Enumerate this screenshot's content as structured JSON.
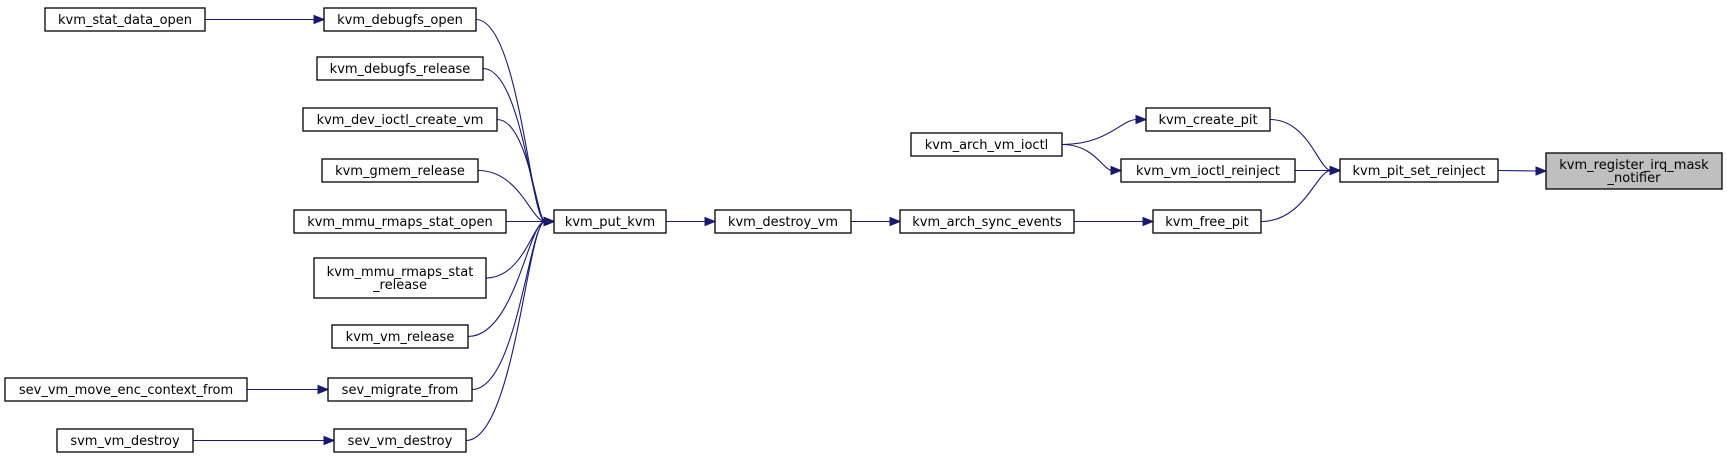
{
  "diagram": {
    "nodes": {
      "kvm_stat_data_open": "kvm_stat_data_open",
      "kvm_debugfs_open": "kvm_debugfs_open",
      "kvm_debugfs_release": "kvm_debugfs_release",
      "kvm_dev_ioctl_create_vm": "kvm_dev_ioctl_create_vm",
      "kvm_gmem_release": "kvm_gmem_release",
      "kvm_mmu_rmaps_stat_open": "kvm_mmu_rmaps_stat_open",
      "kvm_mmu_rmaps_stat_release": [
        "kvm_mmu_rmaps_stat",
        "_release"
      ],
      "kvm_vm_release": "kvm_vm_release",
      "sev_vm_move_enc_context_from": "sev_vm_move_enc_context_from",
      "sev_migrate_from": "sev_migrate_from",
      "svm_vm_destroy": "svm_vm_destroy",
      "sev_vm_destroy": "sev_vm_destroy",
      "kvm_put_kvm": "kvm_put_kvm",
      "kvm_destroy_vm": "kvm_destroy_vm",
      "kvm_arch_sync_events": "kvm_arch_sync_events",
      "kvm_arch_vm_ioctl": "kvm_arch_vm_ioctl",
      "kvm_create_pit": "kvm_create_pit",
      "kvm_vm_ioctl_reinject": "kvm_vm_ioctl_reinject",
      "kvm_free_pit": "kvm_free_pit",
      "kvm_pit_set_reinject": "kvm_pit_set_reinject",
      "kvm_register_irq_mask_notifier": [
        "kvm_register_irq_mask",
        "_notifier"
      ]
    },
    "focus_node": "kvm_register_irq_mask_notifier",
    "edges": [
      [
        "kvm_stat_data_open",
        "kvm_debugfs_open"
      ],
      [
        "kvm_debugfs_open",
        "kvm_put_kvm"
      ],
      [
        "kvm_debugfs_release",
        "kvm_put_kvm"
      ],
      [
        "kvm_dev_ioctl_create_vm",
        "kvm_put_kvm"
      ],
      [
        "kvm_gmem_release",
        "kvm_put_kvm"
      ],
      [
        "kvm_mmu_rmaps_stat_open",
        "kvm_put_kvm"
      ],
      [
        "kvm_mmu_rmaps_stat_release",
        "kvm_put_kvm"
      ],
      [
        "kvm_vm_release",
        "kvm_put_kvm"
      ],
      [
        "sev_vm_move_enc_context_from",
        "sev_migrate_from"
      ],
      [
        "sev_migrate_from",
        "kvm_put_kvm"
      ],
      [
        "svm_vm_destroy",
        "sev_vm_destroy"
      ],
      [
        "sev_vm_destroy",
        "kvm_put_kvm"
      ],
      [
        "kvm_put_kvm",
        "kvm_destroy_vm"
      ],
      [
        "kvm_destroy_vm",
        "kvm_arch_sync_events"
      ],
      [
        "kvm_arch_sync_events",
        "kvm_free_pit"
      ],
      [
        "kvm_arch_vm_ioctl",
        "kvm_create_pit"
      ],
      [
        "kvm_arch_vm_ioctl",
        "kvm_vm_ioctl_reinject"
      ],
      [
        "kvm_create_pit",
        "kvm_pit_set_reinject"
      ],
      [
        "kvm_vm_ioctl_reinject",
        "kvm_pit_set_reinject"
      ],
      [
        "kvm_free_pit",
        "kvm_pit_set_reinject"
      ],
      [
        "kvm_pit_set_reinject",
        "kvm_register_irq_mask_notifier"
      ]
    ],
    "colors": {
      "edge": "#191970",
      "node_border": "#000000",
      "node_fill": "#ffffff",
      "focus_fill": "#bfbfbf"
    }
  }
}
